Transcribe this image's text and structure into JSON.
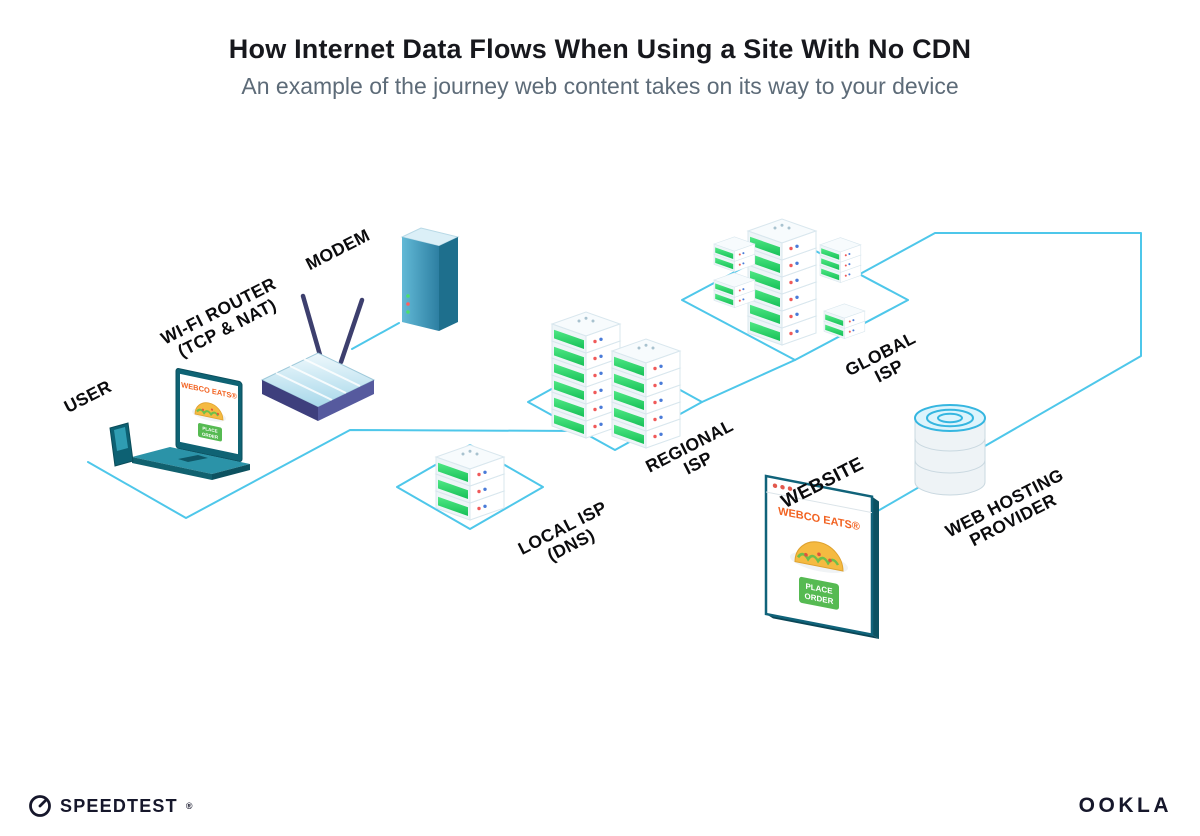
{
  "page": {
    "title": "How Internet Data Flows When Using a Site With No CDN",
    "subtitle": "An example of the journey web content takes on its way to your device"
  },
  "labels": {
    "user": "USER",
    "wifi_router_line1": "WI-FI ROUTER",
    "wifi_router_line2": "(TCP & NAT)",
    "modem": "MODEM",
    "local_isp_line1": "LOCAL ISP",
    "local_isp_line2": "(DNS)",
    "regional_isp_line1": "REGIONAL",
    "regional_isp_line2": "ISP",
    "global_isp_line1": "GLOBAL",
    "global_isp_line2": "ISP",
    "website": "WEBSITE",
    "web_hosting_line1": "WEB HOSTING",
    "web_hosting_line2": "PROVIDER"
  },
  "website_window": {
    "brand": "WEBCO EATS®",
    "button_line1": "PLACE",
    "button_line2": "ORDER"
  },
  "laptop_screen": {
    "brand": "WEBCO EATS®",
    "button_line1": "PLACE",
    "button_line2": "ORDER"
  },
  "footer": {
    "speedtest": "SPEEDTEST",
    "registered": "®",
    "ookla": "OOKLA"
  },
  "colors": {
    "connection_line": "#4EC7EA",
    "server_green": "#2FD465",
    "brand_orange": "#F26322",
    "teal_dark": "#10637A",
    "ink": "#16172B"
  }
}
